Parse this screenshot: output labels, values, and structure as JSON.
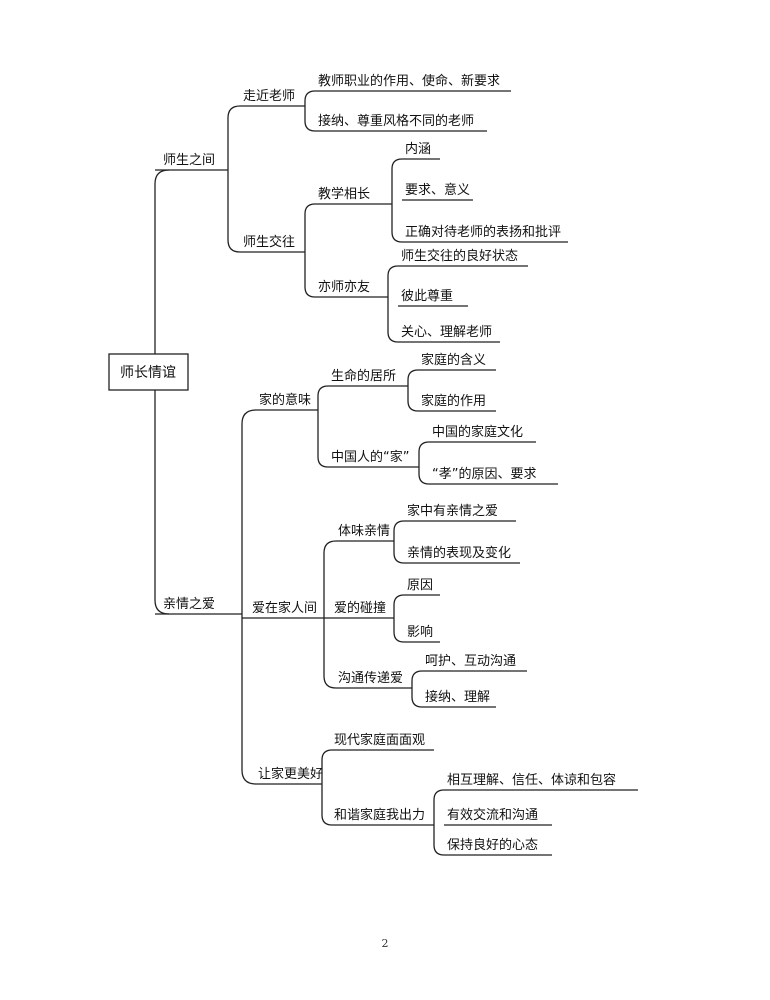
{
  "mindmap": {
    "root": "师长情谊",
    "branches": [
      {
        "label": "师生之间",
        "children": [
          {
            "label": "走近老师",
            "children": [
              {
                "label": "教师职业的作用、使命、新要求"
              },
              {
                "label": "接纳、尊重风格不同的老师"
              }
            ]
          },
          {
            "label": "师生交往",
            "children": [
              {
                "label": "教学相长",
                "children": [
                  {
                    "label": "内涵"
                  },
                  {
                    "label": "要求、意义"
                  },
                  {
                    "label": "正确对待老师的表扬和批评"
                  }
                ]
              },
              {
                "label": "亦师亦友",
                "children": [
                  {
                    "label": "师生交往的良好状态"
                  },
                  {
                    "label": "彼此尊重"
                  },
                  {
                    "label": "关心、理解老师"
                  }
                ]
              }
            ]
          }
        ]
      },
      {
        "label": "亲情之爱",
        "children": [
          {
            "label": "家的意味",
            "children": [
              {
                "label": "生命的居所",
                "children": [
                  {
                    "label": "家庭的含义"
                  },
                  {
                    "label": "家庭的作用"
                  }
                ]
              },
              {
                "label": "中国人的“家”",
                "children": [
                  {
                    "label": "中国的家庭文化"
                  },
                  {
                    "label": "“孝”的原因、要求"
                  }
                ]
              }
            ]
          },
          {
            "label": "爱在家人间",
            "children": [
              {
                "label": "体味亲情",
                "children": [
                  {
                    "label": "家中有亲情之爱"
                  },
                  {
                    "label": "亲情的表现及变化"
                  }
                ]
              },
              {
                "label": "爱的碰撞",
                "children": [
                  {
                    "label": "原因"
                  },
                  {
                    "label": "影响"
                  }
                ]
              },
              {
                "label": "沟通传递爱",
                "children": [
                  {
                    "label": "呵护、互动沟通"
                  },
                  {
                    "label": "接纳、理解"
                  }
                ]
              }
            ]
          },
          {
            "label": "让家更美好",
            "children": [
              {
                "label": "现代家庭面面观"
              },
              {
                "label": "和谐家庭我出力",
                "children": [
                  {
                    "label": "相互理解、信任、体谅和包容"
                  },
                  {
                    "label": "有效交流和沟通"
                  },
                  {
                    "label": "保持良好的心态"
                  }
                ]
              }
            ]
          }
        ]
      }
    ]
  },
  "page_number": "2"
}
